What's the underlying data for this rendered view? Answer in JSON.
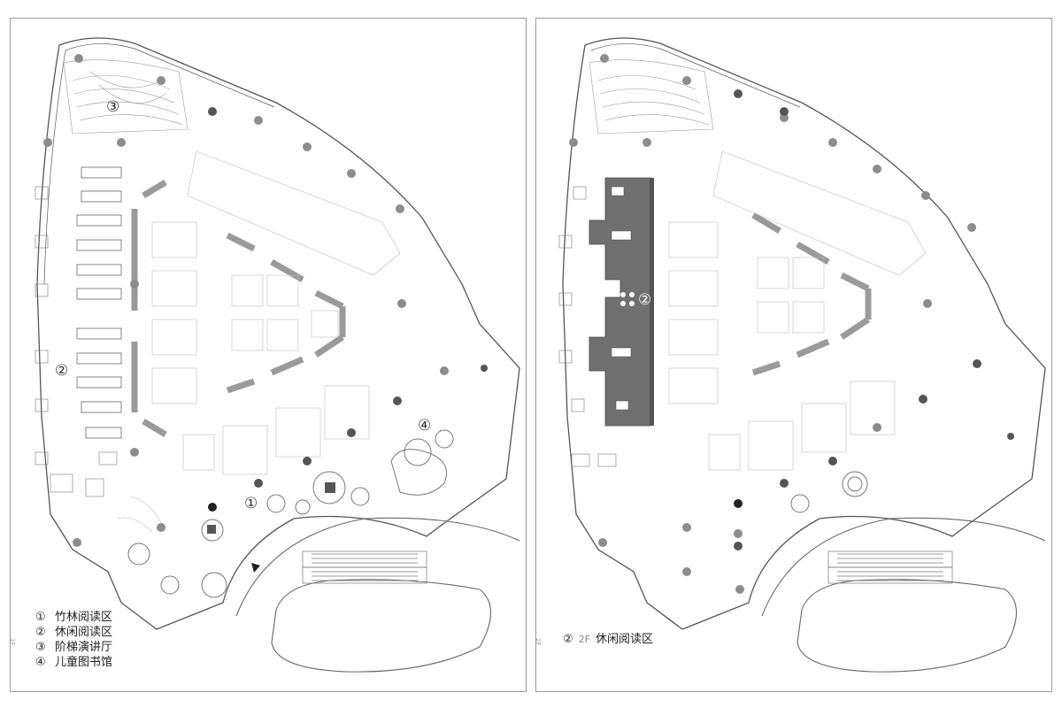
{
  "sheets": [
    {
      "id": "1F",
      "level_tag": "1F",
      "markers": [
        "①",
        "②",
        "③",
        "④"
      ],
      "legend": [
        {
          "num": "①",
          "label": "竹林阅读区"
        },
        {
          "num": "②",
          "label": "休闲阅读区"
        },
        {
          "num": "③",
          "label": "阶梯演讲厅"
        },
        {
          "num": "④",
          "label": "儿童图书馆"
        }
      ]
    },
    {
      "id": "2F",
      "level_tag": "2F",
      "markers": [
        "②"
      ],
      "legend": [
        {
          "num": "②",
          "level": "2F",
          "label": "休闲阅读区"
        }
      ]
    }
  ],
  "colors": {
    "outline": "#555555",
    "wall": "#9a9a9a",
    "column": "#8c8c8c",
    "highlight": "#6e6e6e"
  }
}
